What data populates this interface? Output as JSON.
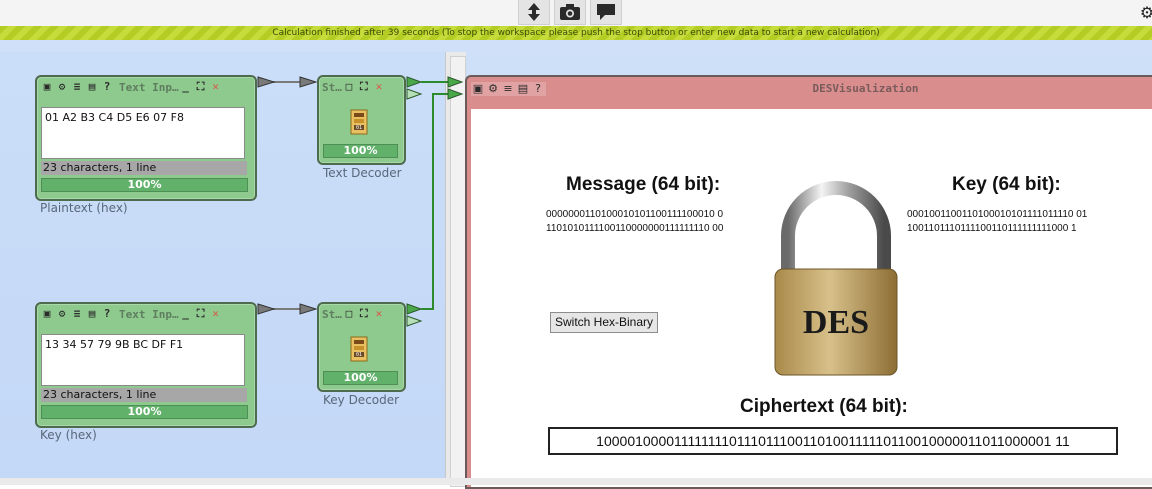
{
  "toolbar": {
    "buttons": [
      {
        "name": "upload-icon",
        "glyph": "⇅"
      },
      {
        "name": "camera-icon",
        "glyph": "📷"
      },
      {
        "name": "comment-icon",
        "glyph": "💬"
      }
    ],
    "settings_glyph": "⚙"
  },
  "status": {
    "message": "Calculation finished after 39 seconds (To stop the workspace please push the stop button or enter new data to start a new calculation)"
  },
  "components": {
    "plaintext_input": {
      "title": "Text Inp…",
      "value": "01 A2 B3 C4 D5 E6 07 F8",
      "info": "23 characters,  1 line",
      "progress": "100%",
      "caption": "Plaintext (hex)"
    },
    "key_input": {
      "title": "Text Inp…",
      "value": "13 34 57 79 9B BC DF F1",
      "info": "23 characters,  1 line",
      "progress": "100%",
      "caption": "Key (hex)"
    },
    "text_decoder": {
      "title": "St…",
      "progress": "100%",
      "caption": "Text Decoder"
    },
    "key_decoder": {
      "title": "St…",
      "progress": "100%",
      "caption": "Key Decoder"
    }
  },
  "visualization": {
    "title": "DESVisualization",
    "message_label": "Message  (64 bit):",
    "message_bits_line1": "0000000110100010101100111100010 0",
    "message_bits_line2": "1101010111100110000000111111110 00",
    "key_label": "Key  (64 bit):",
    "key_bits_line1": "0001001100110100010101111011110 01",
    "key_bits_line2": "1001101110111100110111111111000 1",
    "switch_button": "Switch Hex-Binary",
    "lock_text": "DES",
    "cipher_label": "Ciphertext  (64 bit):",
    "cipher_bits": "1000010000111111110111011100110100111110110010000011011000001 11"
  },
  "colors": {
    "component_green": "#8ec98e",
    "viz_red": "#d98d8d",
    "status_lime": "#b4cd25",
    "progress_green": "#62b16b"
  }
}
